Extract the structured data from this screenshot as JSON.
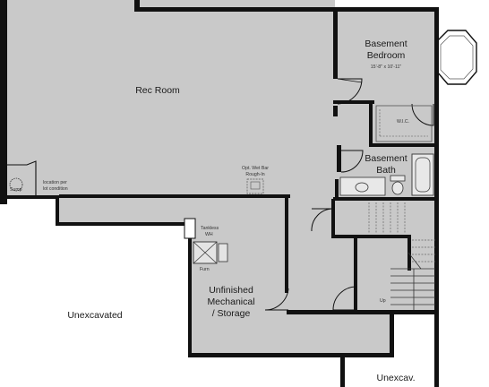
{
  "rooms": {
    "rec_room": "Rec Room",
    "bedroom_line1": "Basement",
    "bedroom_line2": "Bedroom",
    "bedroom_dims": "15'-8\" x 10'-11\"",
    "bath_line1": "Basement",
    "bath_line2": "Bath",
    "wic": "W.I.C.",
    "mech_line1": "Unfinished",
    "mech_line2": "Mechanical",
    "mech_line3": "/ Storage",
    "unexcavated": "Unexcavated",
    "unexcav": "Unexcav."
  },
  "notes": {
    "wet_bar_line1": "Opt. Wet Bar",
    "wet_bar_line2": "Rough-In",
    "location_line1": "location per",
    "location_line2": "lot condition",
    "sump": "Sump",
    "tankless_line1": "Tankless",
    "tankless_line2": "WH",
    "furn": "Furn",
    "up": "Up"
  },
  "colors": {
    "floor": "#c9c9c9",
    "wall": "#111111",
    "background": "#ffffff"
  }
}
